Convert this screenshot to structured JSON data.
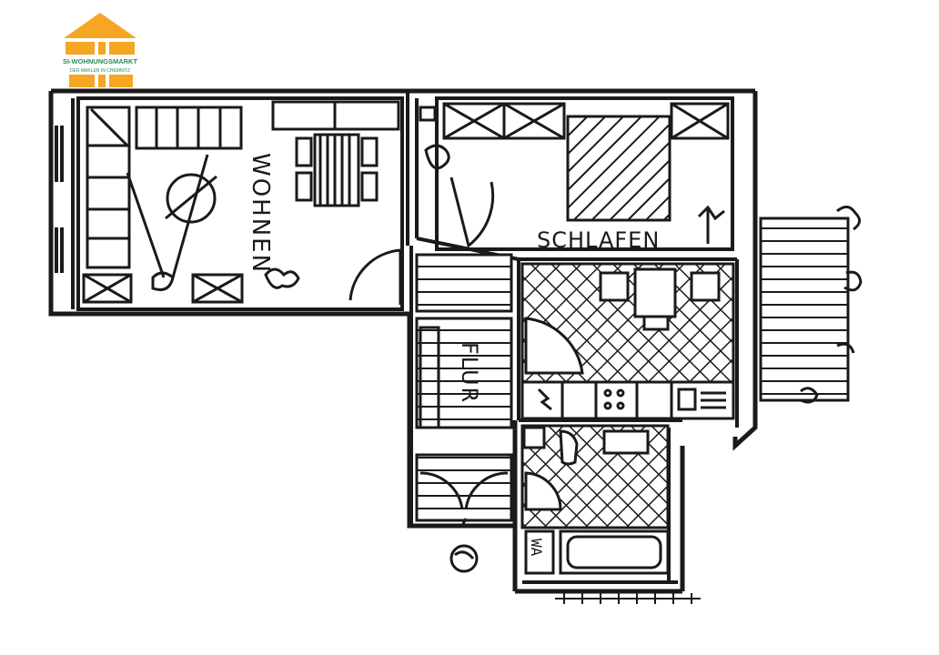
{
  "logo": {
    "name": "SI-WOHNUNGSMARKT",
    "tagline": "DER MAKLER IN CHEMNITZ",
    "color": "#f5a623",
    "accent": "#2e8b57"
  },
  "rooms": {
    "wohnen": "WOHNEN",
    "schlafen": "SCHLAFEN",
    "flur": "FLUR"
  },
  "labels": {
    "wa": "WA"
  },
  "colors": {
    "ink": "#1a1a1a",
    "paper": "#ffffff"
  }
}
